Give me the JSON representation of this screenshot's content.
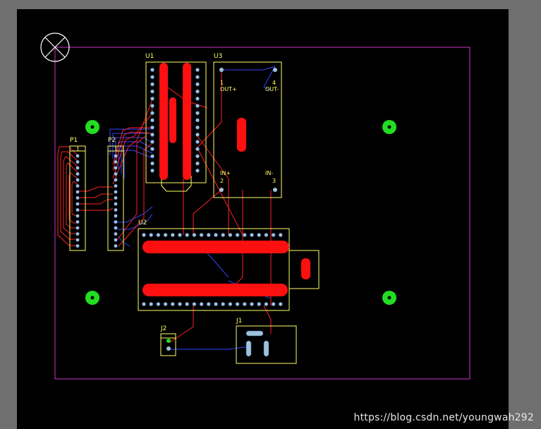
{
  "designators": {
    "U1": "U1",
    "U2": "U2",
    "U3": "U3",
    "P1": "P1",
    "P2": "P2",
    "J1": "J1",
    "J2": "J2"
  },
  "u3_pins": {
    "pin1_num": "1",
    "pin1_name": "OUT+",
    "pin4_num": "4",
    "pin4_name": "OUT-",
    "pin2_name": "IN+",
    "pin2_num": "2",
    "pin3_name": "IN-",
    "pin3_num": "3"
  },
  "header_pin1": {
    "p1": "1",
    "p2": "1"
  },
  "watermark": "https://blog.csdn.net/youngwah292",
  "colors": {
    "board_outline": "#cc33cc",
    "silkscreen": "#ffff66",
    "top_copper": "#ff2020",
    "bottom_copper": "#3344ff",
    "mounting_holes": "#22dd22",
    "pads": "#9fc3d6"
  },
  "icons": {
    "origin_marker": "crosshair-circle-icon"
  }
}
